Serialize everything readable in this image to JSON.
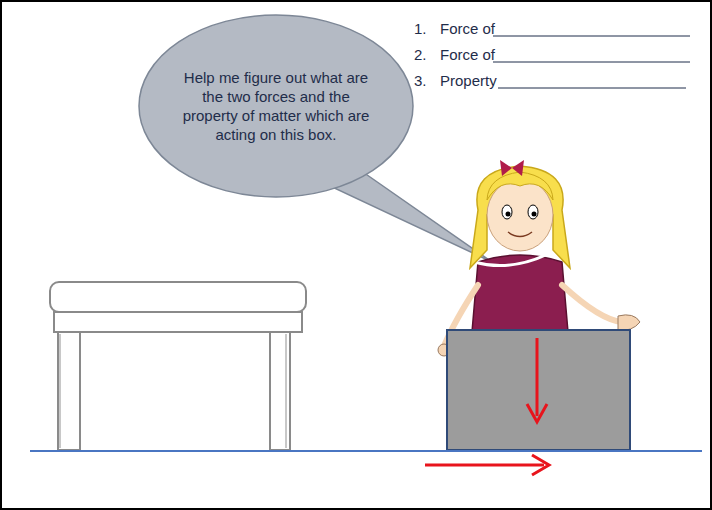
{
  "diagram": {
    "nodes": [
      {
        "text": [
          "Help me figure out what are the two forces and the property of matter which are acting on this box."
        ]
      }
    ],
    "labels": [
      "1.",
      "Force of",
      "2.",
      "Force of",
      "3.",
      "Property"
    ]
  }
}
